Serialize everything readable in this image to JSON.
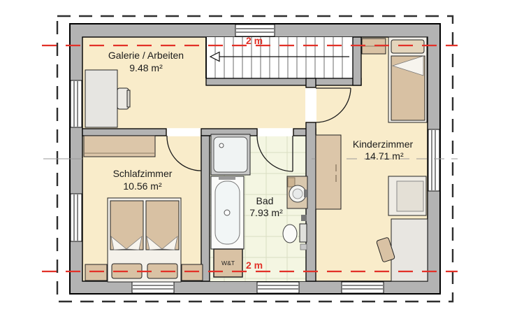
{
  "plan": {
    "type": "floor-plan-upper-storey",
    "rooms": {
      "galerie": {
        "label": "Galerie / Arbeiten",
        "area": "9.48 m²"
      },
      "schlafzimmer": {
        "label": "Schlafzimmer",
        "area": "10.56 m²"
      },
      "bad": {
        "label": "Bad",
        "area": "7.93 m²"
      },
      "kinderzimmer": {
        "label": "Kinderzimmer",
        "area": "14.71 m²"
      }
    },
    "annotations": {
      "height_line_top": "2 m",
      "height_line_bottom": "2 m",
      "washer_dryer_label": "W&T"
    },
    "colors": {
      "wall_fill": "#b3b3b3",
      "floor_beige": "#f9ecca",
      "bath_tile": "#f4f6e2",
      "furniture_tan": "#d9c2a4",
      "height_line_red": "#e23128",
      "outline_black": "#1a1a1a"
    }
  }
}
